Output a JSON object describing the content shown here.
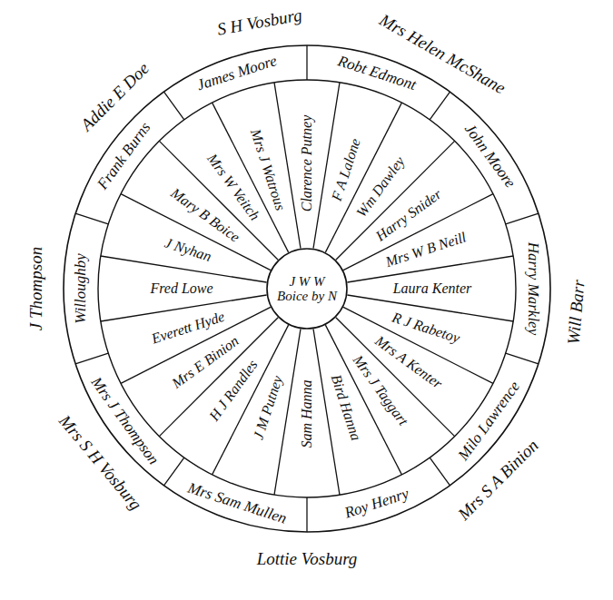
{
  "diagram": {
    "nodes": [
      {
        "text": [
          "J W W Boice by N"
        ]
      },
      {
        "text": [
          "Clarence Putney"
        ]
      },
      {
        "text": [
          "F A Lalone"
        ]
      },
      {
        "text": [
          "Wm Dawley"
        ]
      },
      {
        "text": [
          "Harry Snider"
        ]
      },
      {
        "text": [
          "Mrs W B Neill"
        ]
      },
      {
        "text": [
          "Laura Kenter"
        ]
      },
      {
        "text": [
          "R J Rabetoy"
        ]
      },
      {
        "text": [
          "Mrs A Kenter"
        ]
      },
      {
        "text": [
          "Mrs J Taggart"
        ]
      },
      {
        "text": [
          "Bird Hanna"
        ]
      },
      {
        "text": [
          "Sam Hanna"
        ]
      },
      {
        "text": [
          "J M Putney"
        ]
      },
      {
        "text": [
          "H J Randles"
        ]
      },
      {
        "text": [
          "Mrs E Binion"
        ]
      },
      {
        "text": [
          "Everett Hyde"
        ]
      },
      {
        "text": [
          "Fred Lowe"
        ]
      },
      {
        "text": [
          "J Nyhan"
        ]
      },
      {
        "text": [
          "Mary B Boice"
        ]
      },
      {
        "text": [
          "Mrs W Veitch"
        ]
      },
      {
        "text": [
          "Mrs J Watrous"
        ]
      },
      {
        "text": [
          "Robt Edmont"
        ]
      },
      {
        "text": [
          "John Moore"
        ]
      },
      {
        "text": [
          "Harry Markley"
        ]
      },
      {
        "text": [
          "Milo Lawrence"
        ]
      },
      {
        "text": [
          "Roy Henry"
        ]
      },
      {
        "text": [
          "Mrs Sam Mullen"
        ]
      },
      {
        "text": [
          "Mrs J Thompson"
        ]
      },
      {
        "text": [
          "Willoughby"
        ]
      },
      {
        "text": [
          "Frank Burns"
        ]
      },
      {
        "text": [
          "James Moore"
        ]
      }
    ],
    "labels": [
      "S H Vosburg",
      "Mrs Helen McShane",
      "Will Barr",
      "Mrs S A Binion",
      "Lottie Vosburg",
      "Mrs S H Vosburg",
      "J Thompson",
      "Addie E Doe"
    ]
  }
}
